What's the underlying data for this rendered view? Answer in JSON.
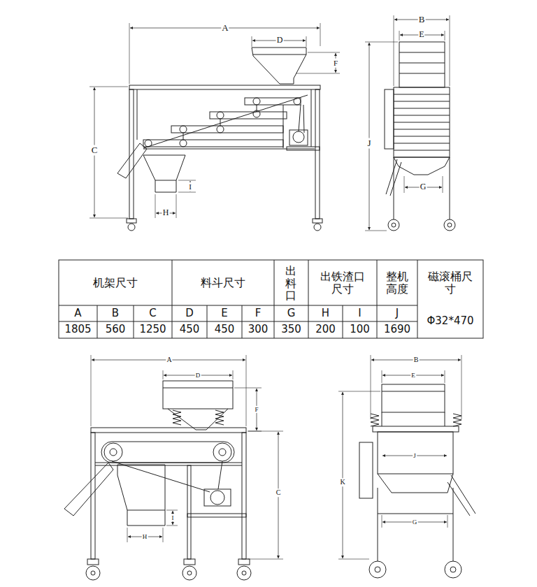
{
  "diagram": {
    "labels": [
      "A",
      "D",
      "F",
      "C",
      "I",
      "H",
      "B",
      "E",
      "J",
      "G",
      "机架尺寸",
      "料斗尺寸",
      "出料口",
      "出铁渣口尺寸",
      "整机高度",
      "磁滚桶尺寸",
      "A",
      "B",
      "C",
      "D",
      "E",
      "F",
      "G",
      "H",
      "I",
      "J",
      "1805",
      "560",
      "1250",
      "450",
      "450",
      "300",
      "350",
      "200",
      "100",
      "1690",
      "Φ32*470",
      "A",
      "D",
      "F",
      "C",
      "I",
      "H",
      "B",
      "E",
      "J",
      "G",
      "K"
    ]
  }
}
